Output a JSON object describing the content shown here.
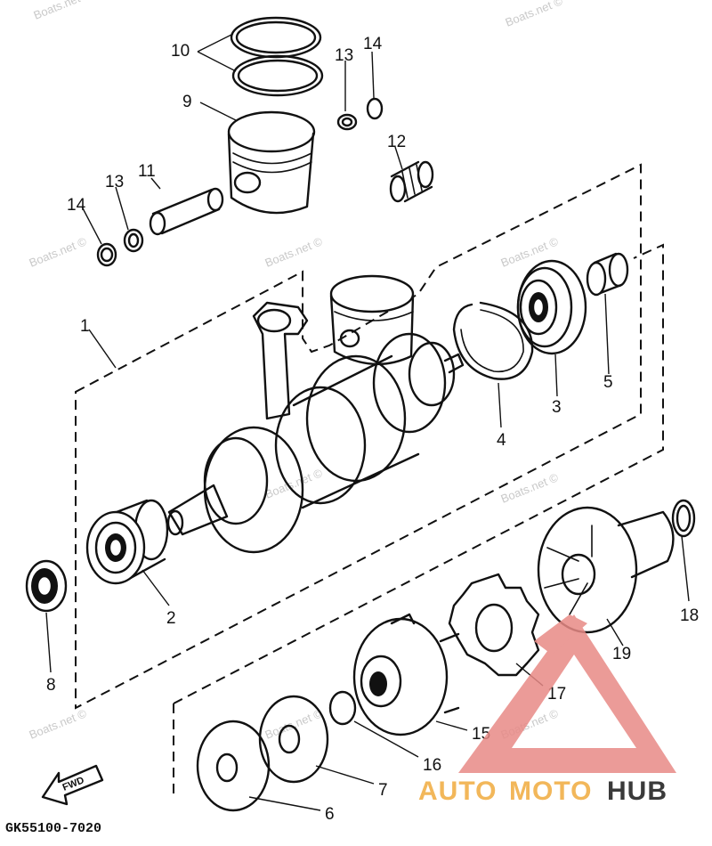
{
  "diagram": {
    "callouts": {
      "c1": "1",
      "c2": "2",
      "c3": "3",
      "c4": "4",
      "c5": "5",
      "c6": "6",
      "c7": "7",
      "c8": "8",
      "c9": "9",
      "c10": "10",
      "c11": "11",
      "c12": "12",
      "c13a": "13",
      "c13b": "13",
      "c14a": "14",
      "c14b": "14",
      "c15": "15",
      "c16": "16",
      "c17": "17",
      "c18": "18",
      "c19": "19"
    },
    "fwd_label": "FWD",
    "part_code": "GK55100-7020",
    "watermark": "Boats.net ©",
    "brand": {
      "auto": "AUTO",
      "moto": "MOTO",
      "hub": "HUB",
      "auto_color": "#f2b75a",
      "moto_color": "#f2b75a",
      "hub_color": "#3a3a3a",
      "logo_color": "#e88a86"
    }
  }
}
